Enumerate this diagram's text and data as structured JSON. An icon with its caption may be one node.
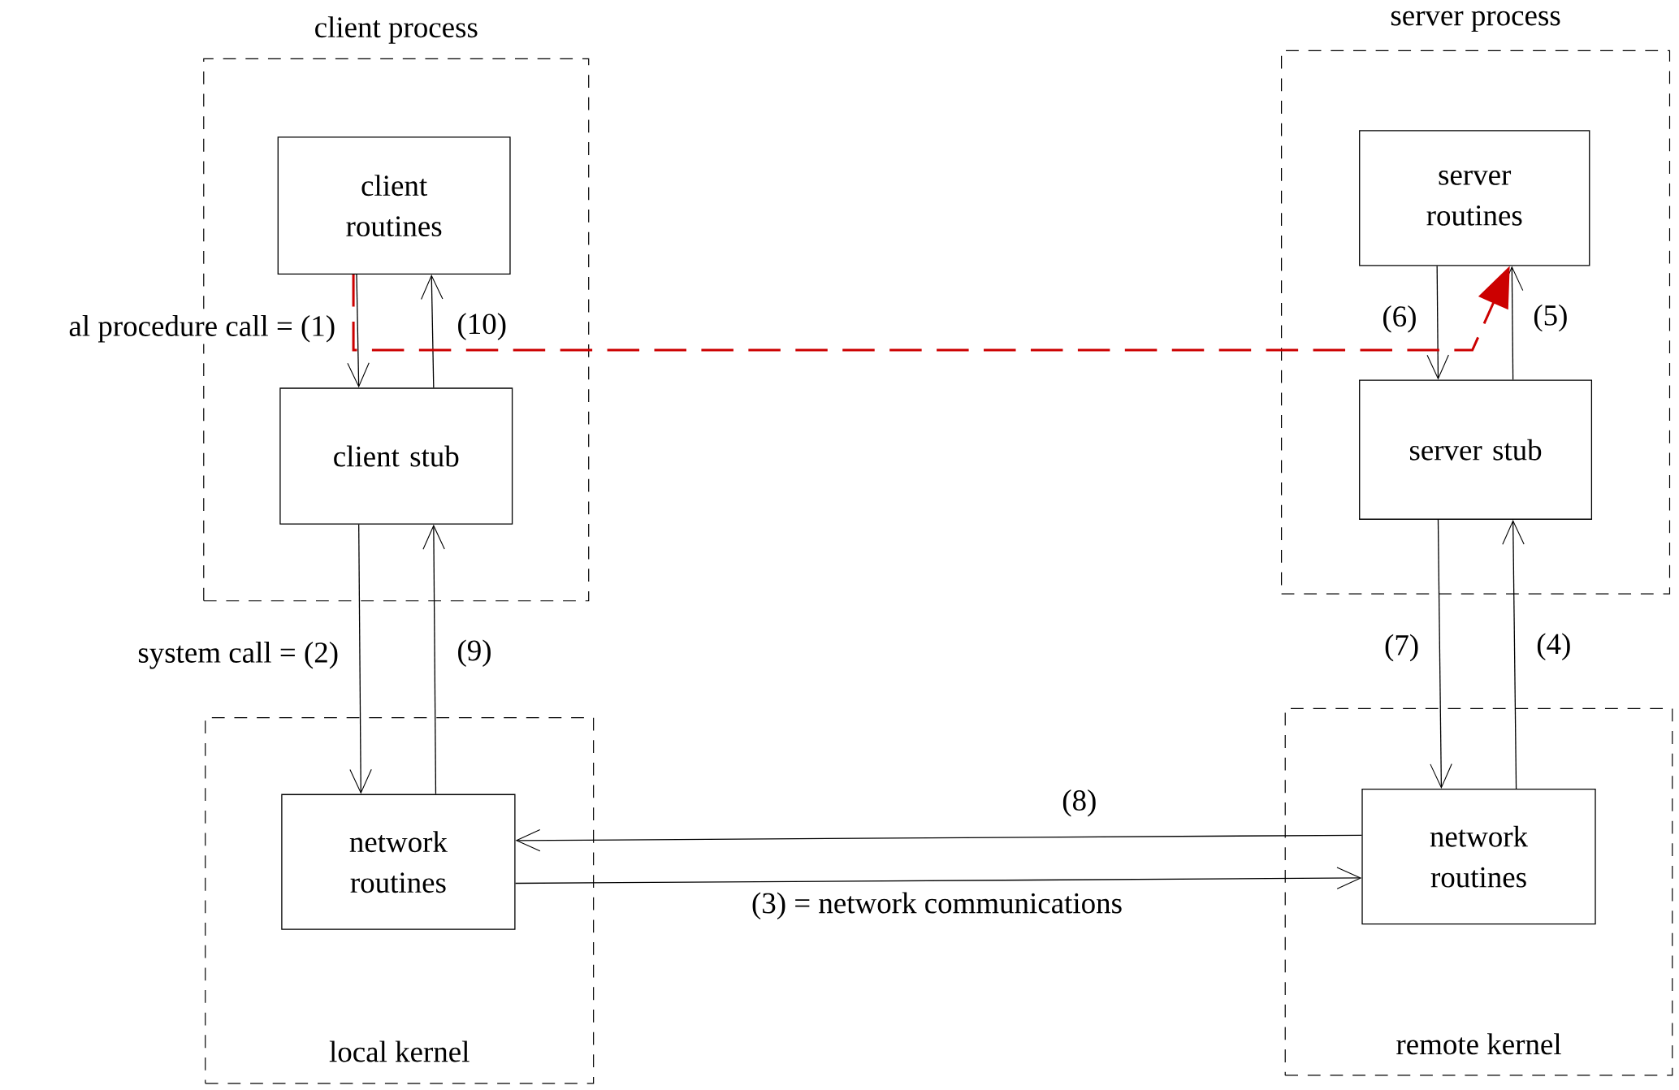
{
  "diagram": {
    "nodes": [
      {
        "text": [
          "client process"
        ]
      },
      {
        "text": [
          "client routines"
        ],
        "in": 0
      },
      {
        "text": [
          "client stub"
        ],
        "in": 0
      },
      {
        "text": [
          "local kernel"
        ]
      },
      {
        "text": [
          "network routines"
        ],
        "in": 3
      },
      {
        "text": [
          "server process"
        ]
      },
      {
        "text": [
          "server routines"
        ],
        "in": 5
      },
      {
        "text": [
          "server stub"
        ],
        "in": 5
      },
      {
        "text": [
          "remote kernel"
        ]
      },
      {
        "text": [
          "network routines"
        ],
        "in": 8
      }
    ],
    "edges": [
      {
        "from": 1,
        "to": 2,
        "arrow": "to",
        "label": "al procedure call = (1)"
      },
      {
        "from": 2,
        "to": 1,
        "arrow": "to",
        "label": "(10)"
      },
      {
        "from": 2,
        "to": 4,
        "arrow": "to",
        "label": "system call = (2)"
      },
      {
        "from": 4,
        "to": 2,
        "arrow": "to",
        "label": "(9)"
      },
      {
        "from": 4,
        "to": 9,
        "arrow": "to",
        "label": "(3) = network communications"
      },
      {
        "from": 9,
        "to": 4,
        "arrow": "to",
        "label": "(8)"
      },
      {
        "from": 9,
        "to": 7,
        "arrow": "to",
        "label": "(4)"
      },
      {
        "from": 7,
        "to": 6,
        "arrow": "to",
        "label": "(5)"
      },
      {
        "from": 6,
        "to": 7,
        "arrow": "to",
        "label": "(6)"
      },
      {
        "from": 7,
        "to": 9,
        "arrow": "to",
        "label": "(7)"
      },
      {
        "from": 1,
        "to": 6,
        "arrow": "to",
        "style": "dashed",
        "color": "#cc0000"
      }
    ]
  }
}
